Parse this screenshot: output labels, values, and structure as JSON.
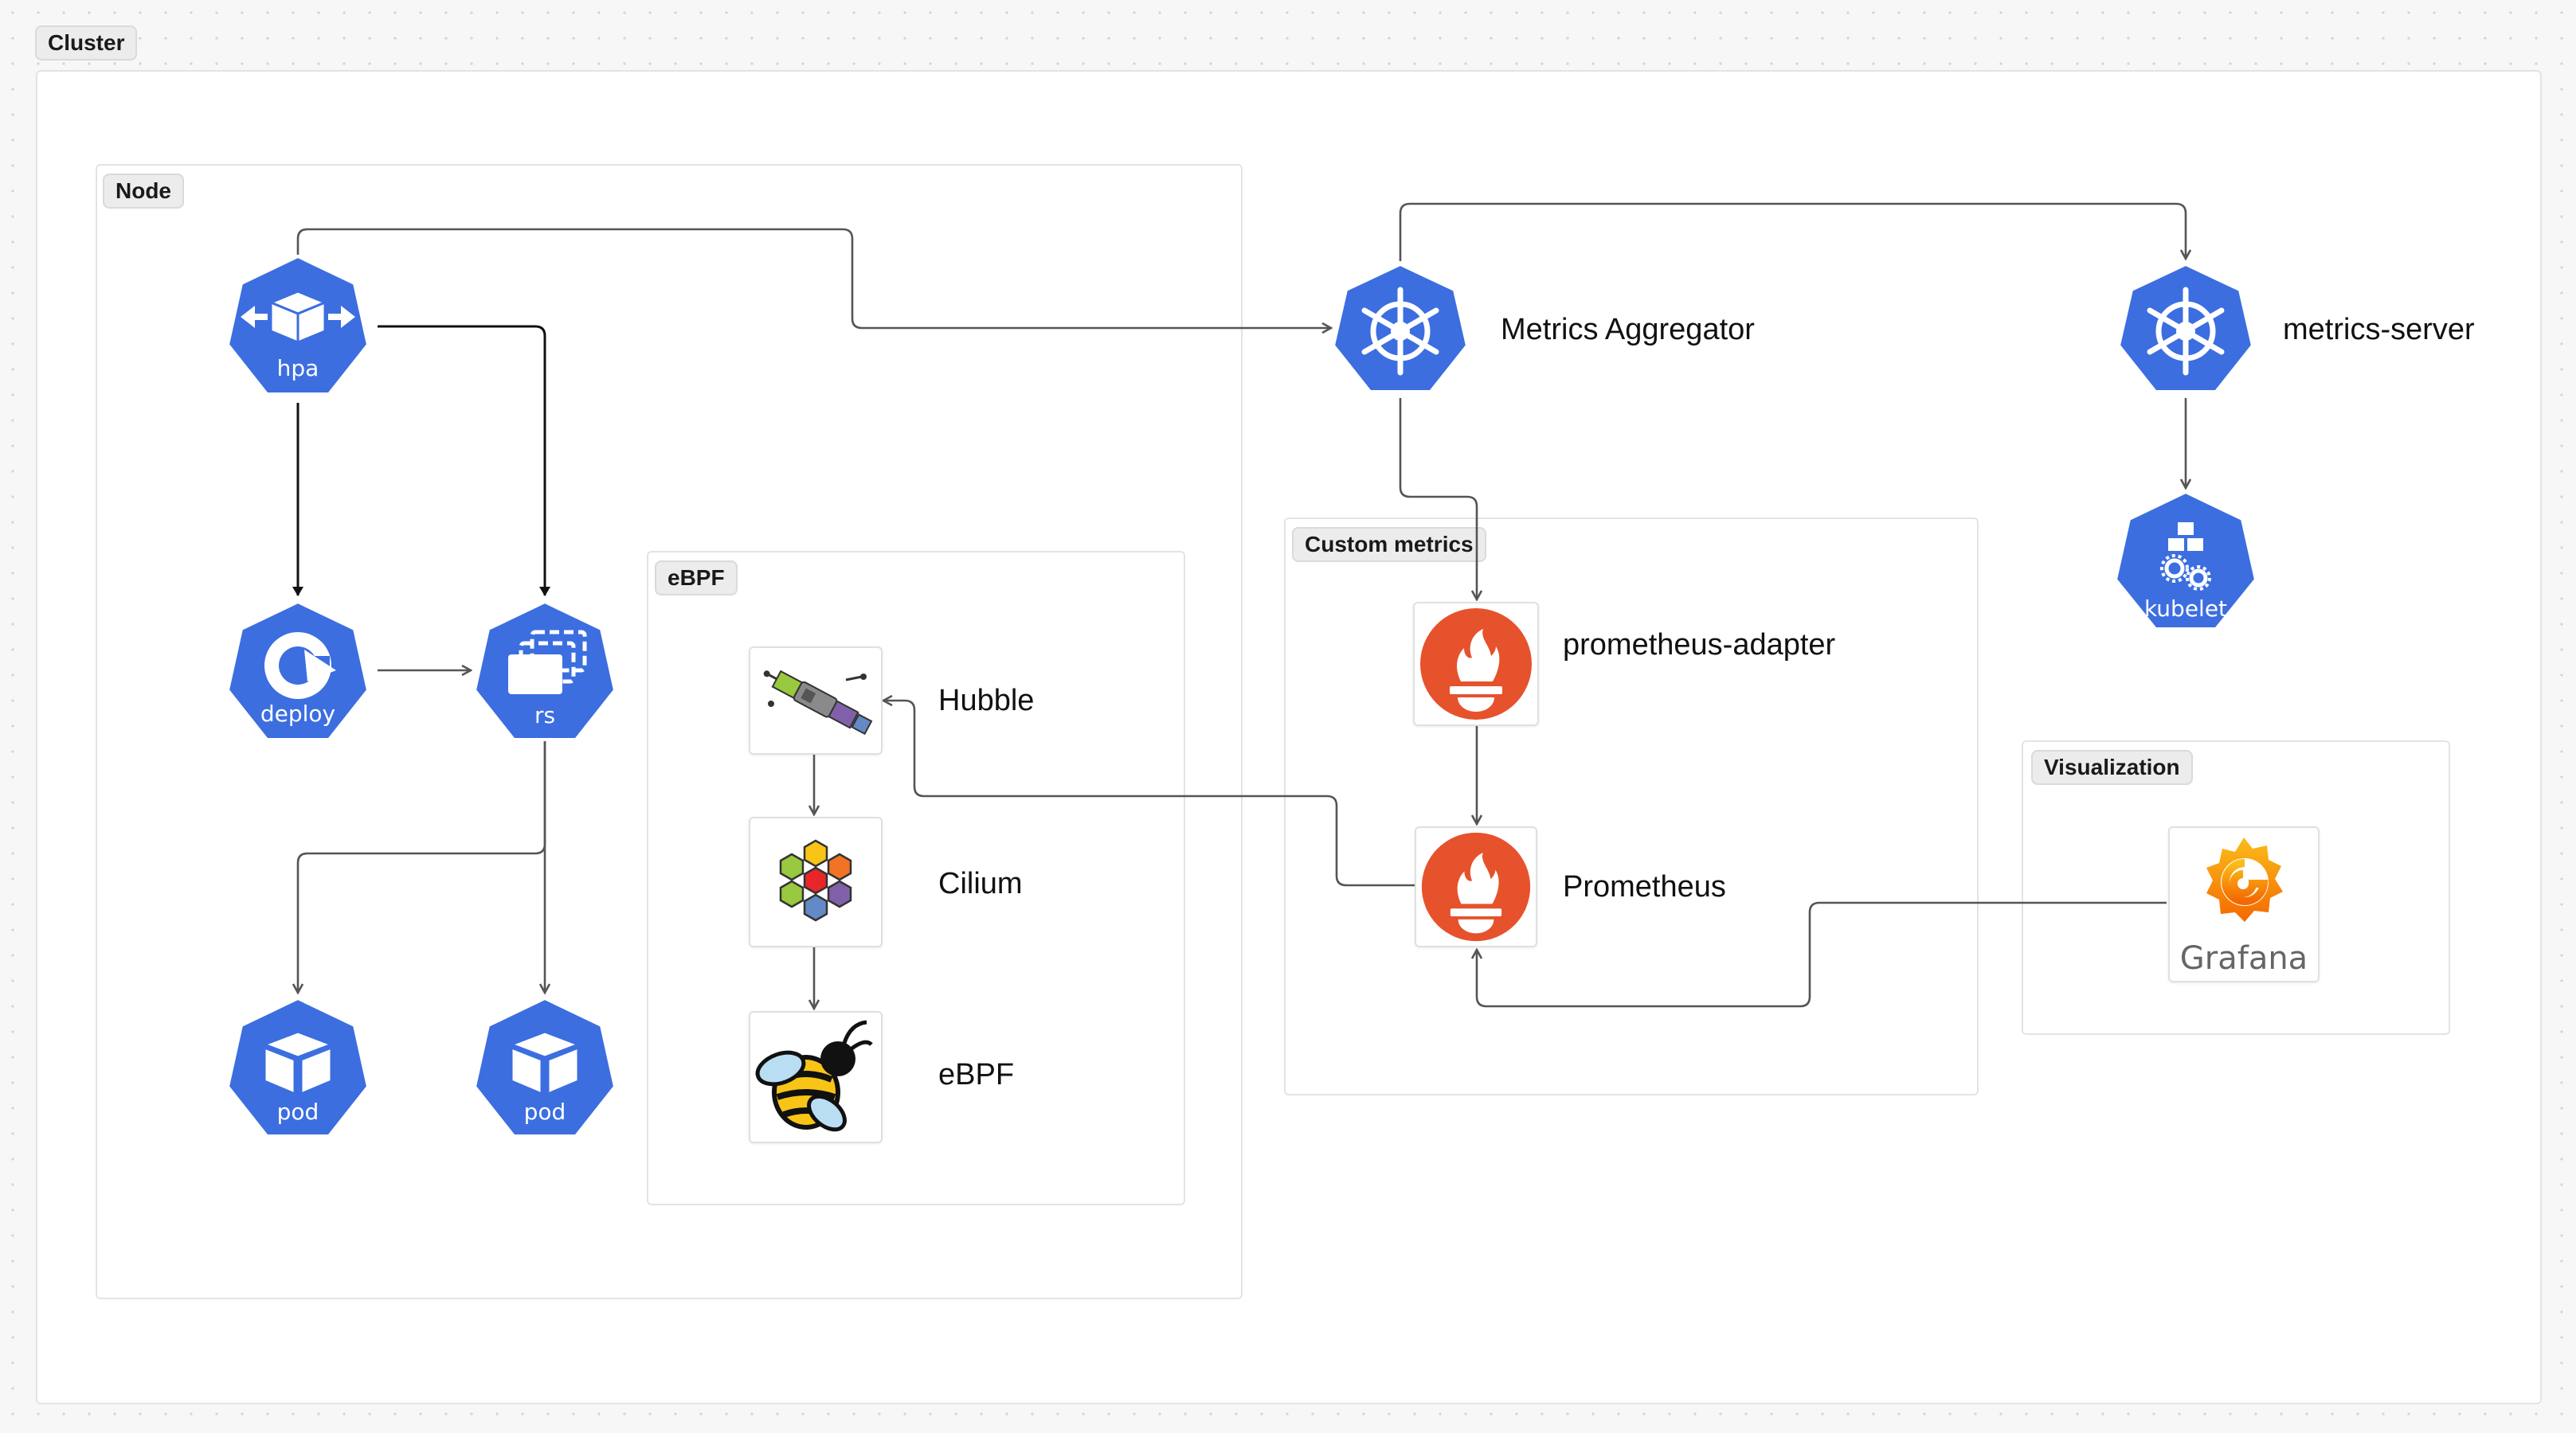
{
  "groups": {
    "cluster": "Cluster",
    "node": "Node",
    "ebpf": "eBPF",
    "custom_metrics": "Custom metrics",
    "visualization": "Visualization"
  },
  "nodes": {
    "hpa": "hpa",
    "deploy": "deploy",
    "rs": "rs",
    "pod1": "pod",
    "pod2": "pod",
    "hubble": "Hubble",
    "cilium": "Cilium",
    "ebpf": "eBPF",
    "metrics_aggregator": "Metrics Aggregator",
    "metrics_server": "metrics-server",
    "kubelet": "kubelet",
    "prometheus_adapter": "prometheus-adapter",
    "prometheus": "Prometheus",
    "grafana": "Grafana"
  },
  "edges": [
    {
      "from": "hpa",
      "to": "metrics_aggregator"
    },
    {
      "from": "metrics_aggregator",
      "to": "metrics_server"
    },
    {
      "from": "metrics_server",
      "to": "kubelet"
    },
    {
      "from": "hpa",
      "to": "deploy"
    },
    {
      "from": "hpa",
      "to": "rs"
    },
    {
      "from": "deploy",
      "to": "rs"
    },
    {
      "from": "rs",
      "to": "pod1"
    },
    {
      "from": "rs",
      "to": "pod2"
    },
    {
      "from": "metrics_aggregator",
      "to": "prometheus_adapter"
    },
    {
      "from": "prometheus_adapter",
      "to": "prometheus"
    },
    {
      "from": "prometheus",
      "to": "hubble"
    },
    {
      "from": "hubble",
      "to": "cilium"
    },
    {
      "from": "cilium",
      "to": "ebpf"
    },
    {
      "from": "grafana",
      "to": "prometheus"
    }
  ],
  "icons": {
    "hpa": "hpa-icon",
    "deploy": "deploy-icon",
    "rs": "rs-icon",
    "pod": "pod-icon",
    "kubernetes": "kubernetes-wheel-icon",
    "kubelet": "kubelet-icon",
    "prometheus": "prometheus-icon",
    "hubble": "hubble-satellite-icon",
    "cilium": "cilium-icon",
    "ebpf": "ebpf-bee-icon",
    "grafana": "grafana-icon"
  },
  "colors": {
    "kubernetes_blue": "#3c6ee0",
    "prometheus_red": "#e6522c",
    "edge": "#555555",
    "grafana_orange": "#f46800",
    "cilium_colors": [
      "#f8c517",
      "#e82629",
      "#8061a9",
      "#98c93e",
      "#6389c6",
      "#f17323"
    ]
  }
}
